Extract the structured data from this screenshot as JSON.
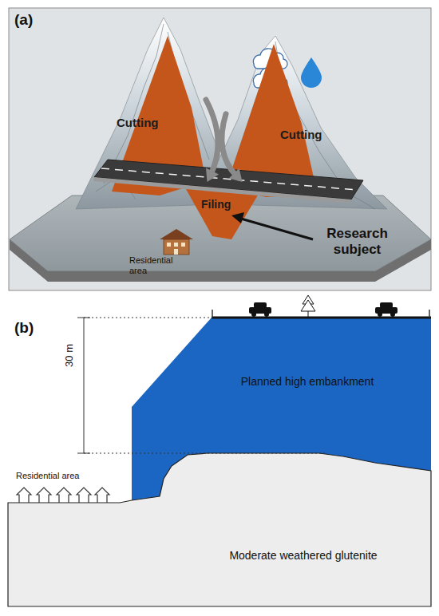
{
  "diagram": {
    "nodes": [
      {
        "text": [
          "Cutting"
        ]
      },
      {
        "text": [
          "Cutting"
        ]
      },
      {
        "text": [
          "Filing"
        ]
      },
      {
        "text": [
          "Planned high embankment"
        ]
      },
      {
        "text": [
          "Moderate weathered glutenite"
        ]
      }
    ],
    "edges": [
      {
        "from": 0,
        "to": 2,
        "arrow": "to"
      },
      {
        "from": 1,
        "to": 2,
        "arrow": "to"
      }
    ],
    "labels": [
      "(a)",
      "Residential area",
      "Research subject",
      "(b)",
      "30 m",
      "Residential area"
    ]
  }
}
